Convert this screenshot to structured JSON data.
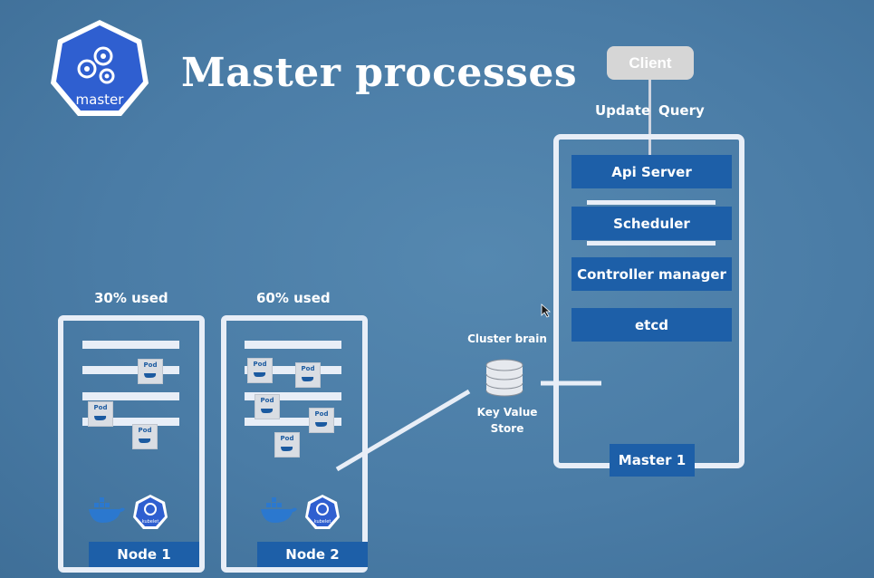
{
  "header": {
    "title": "Master processes",
    "logo_label": "master"
  },
  "client": {
    "label": "Client",
    "update_label": "Update",
    "query_label": "Query"
  },
  "master": {
    "processes": [
      "Api Server",
      "Scheduler",
      "Controller manager",
      "etcd"
    ],
    "label": "Master 1"
  },
  "kv_store": {
    "top_label": "Cluster brain",
    "line1": "Key Value",
    "line2": "Store"
  },
  "nodes": [
    {
      "usage": "30% used",
      "label": "Node 1",
      "pod_label": "Pod",
      "kubelet_label": "kubelet"
    },
    {
      "usage": "60% used",
      "label": "Node 2",
      "pod_label": "Pod",
      "kubelet_label": "kubelet"
    }
  ],
  "colors": {
    "background": "#4a7ca6",
    "accent_blue": "#1d5fa8",
    "frame": "#e8eef7"
  }
}
